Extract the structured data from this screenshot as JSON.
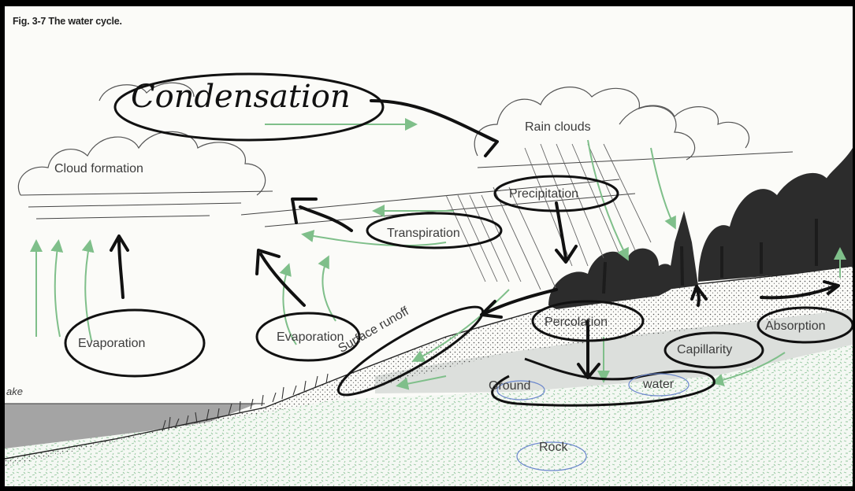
{
  "figure": {
    "caption": "Fig. 3-7   The water cycle."
  },
  "labels": {
    "cloud_formation": "Cloud formation",
    "rain_clouds": "Rain clouds",
    "precipitation": "Precipitation",
    "transpiration": "Transpiration",
    "evaporation_left": "Evaporation",
    "evaporation_center": "Evaporation",
    "surface_runoff": "Surface runoff",
    "percolation": "Percolation",
    "capillarity": "Capillarity",
    "absorption": "Absorption",
    "ground": "Ground",
    "water": "water",
    "rock": "Rock",
    "lake": "ake"
  },
  "annotation": {
    "handwritten": "Condensation"
  },
  "colors": {
    "ink": "#111111",
    "green_arrows": "#7fbf8a",
    "ground_band": "#d9dcd9",
    "rock_texture": "#8fc49a",
    "lake": "#9a9a9a",
    "trees": "#2a2a2a"
  }
}
